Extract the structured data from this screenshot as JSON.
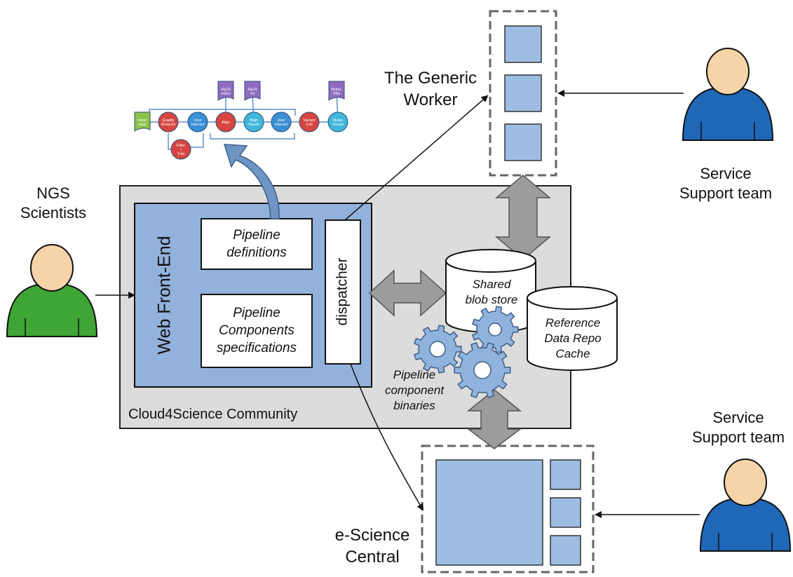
{
  "actors": {
    "ngs_scientists": "NGS\nScientists",
    "support_top": "Service\nSupport team",
    "support_bottom": "Service\nSupport team"
  },
  "systems": {
    "generic_worker": "The Generic\nWorker",
    "escience_central": "e-Science\nCentral"
  },
  "community": {
    "label": "Cloud4Science Community",
    "web_front_end": "Web Front-End",
    "dispatcher": "dispatcher",
    "pipeline_definitions": "Pipeline\ndefinitions",
    "pipeline_components": "Pipeline\nComponents\nspecifications",
    "shared_blob_store": "Shared\nblob store",
    "reference_data": "Reference\nData Repo\nCache",
    "component_binaries": "Pipeline\ncomponent\nbinaries"
  },
  "workflow": {
    "nodes": [
      {
        "label": "Input seqs",
        "shape": "doc",
        "color": "#8bc34a"
      },
      {
        "label": "Quality Analysis",
        "shape": "circle",
        "color": "#d64541"
      },
      {
        "label": "Filter / Trim",
        "shape": "circle",
        "color": "#d64541"
      },
      {
        "label": "User Interact",
        "shape": "circle",
        "color": "#3a8fd6"
      },
      {
        "label": "Hg19 index",
        "shape": "doc",
        "color": "#8e6bc0"
      },
      {
        "label": "Align",
        "shape": "circle",
        "color": "#d64541"
      },
      {
        "label": "Hg19 ref",
        "shape": "doc",
        "color": "#8e6bc0"
      },
      {
        "label": "Align Viewer",
        "shape": "circle",
        "color": "#3fb7d8"
      },
      {
        "label": "User Interact",
        "shape": "circle",
        "color": "#3a8fd6"
      },
      {
        "label": "Variant Call",
        "shape": "circle",
        "color": "#d64541"
      },
      {
        "label": "Mutat. DBs",
        "shape": "doc",
        "color": "#8e6bc0"
      },
      {
        "label": "Mutat. Viewer",
        "shape": "circle",
        "color": "#3fb7d8"
      }
    ]
  },
  "colors": {
    "panel_fill": "#dcdcdc",
    "blue_fill": "#92b2dc",
    "blue_stroke": "#4a6fa5",
    "tile_fill": "#9ebde3",
    "gear_fill": "#8fb3dd",
    "gray_arrow": "#9c9c9c",
    "actor_green": "#3fa535",
    "actor_blue": "#2067b8",
    "skin": "#f6d3a8"
  },
  "icons": {
    "actor": "person-icon",
    "gear": "gear-icon",
    "database": "cylinder-icon"
  }
}
